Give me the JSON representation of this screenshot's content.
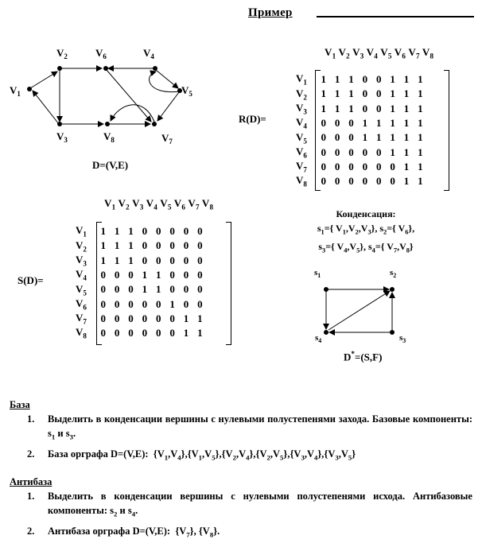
{
  "title": "Пример",
  "graph_d": {
    "vertices": [
      "V1",
      "V2",
      "V3",
      "V4",
      "V5",
      "V6",
      "V7",
      "V8"
    ],
    "caption": "D=(V,E)"
  },
  "matrix_header": "V1 V2 V3 V4 V5 V6 V7 V8",
  "r_matrix": {
    "label": "R(D)=",
    "rows": [
      {
        "label": "V1",
        "values": [
          "1",
          "1",
          "1",
          "0",
          "0",
          "1",
          "1",
          "1"
        ]
      },
      {
        "label": "V2",
        "values": [
          "1",
          "1",
          "1",
          "0",
          "0",
          "1",
          "1",
          "1"
        ]
      },
      {
        "label": "V3",
        "values": [
          "1",
          "1",
          "1",
          "0",
          "0",
          "1",
          "1",
          "1"
        ]
      },
      {
        "label": "V4",
        "values": [
          "0",
          "0",
          "0",
          "1",
          "1",
          "1",
          "1",
          "1"
        ]
      },
      {
        "label": "V5",
        "values": [
          "0",
          "0",
          "0",
          "1",
          "1",
          "1",
          "1",
          "1"
        ]
      },
      {
        "label": "V6",
        "values": [
          "0",
          "0",
          "0",
          "0",
          "0",
          "1",
          "1",
          "1"
        ]
      },
      {
        "label": "V7",
        "values": [
          "0",
          "0",
          "0",
          "0",
          "0",
          "0",
          "1",
          "1"
        ]
      },
      {
        "label": "V8",
        "values": [
          "0",
          "0",
          "0",
          "0",
          "0",
          "0",
          "1",
          "1"
        ]
      }
    ]
  },
  "s_matrix": {
    "label": "S(D)=",
    "rows": [
      {
        "label": "V1",
        "values": [
          "1",
          "1",
          "1",
          "0",
          "0",
          "0",
          "0",
          "0"
        ]
      },
      {
        "label": "V2",
        "values": [
          "1",
          "1",
          "1",
          "0",
          "0",
          "0",
          "0",
          "0"
        ]
      },
      {
        "label": "V3",
        "values": [
          "1",
          "1",
          "1",
          "0",
          "0",
          "0",
          "0",
          "0"
        ]
      },
      {
        "label": "V4",
        "values": [
          "0",
          "0",
          "0",
          "1",
          "1",
          "0",
          "0",
          "0"
        ]
      },
      {
        "label": "V5",
        "values": [
          "0",
          "0",
          "0",
          "1",
          "1",
          "0",
          "0",
          "0"
        ]
      },
      {
        "label": "V6",
        "values": [
          "0",
          "0",
          "0",
          "0",
          "0",
          "1",
          "0",
          "0"
        ]
      },
      {
        "label": "V7",
        "values": [
          "0",
          "0",
          "0",
          "0",
          "0",
          "0",
          "1",
          "1"
        ]
      },
      {
        "label": "V8",
        "values": [
          "0",
          "0",
          "0",
          "0",
          "0",
          "0",
          "1",
          "1"
        ]
      }
    ]
  },
  "condensation": {
    "heading": "Конденсация:",
    "line1": "s1={ V1,V2,V3}, s2={ V6},",
    "line2": "s3={ V4,V5}, s4={ V7,V8}",
    "nodes": [
      "s1",
      "s2",
      "s3",
      "s4"
    ],
    "caption": "D*=(S,F)"
  },
  "base": {
    "title": "База",
    "items": [
      {
        "num": "1.",
        "text": "Выделить в конденсации вершины с нулевыми полустепенями захода. Базовые компоненты: s1 и s3."
      },
      {
        "num": "2.",
        "text": "База орграфа D=(V,E): {V1,V4},{V1,V5},{V2,V4},{V2,V5},{V3,V4},{V3,V5}"
      }
    ]
  },
  "antibase": {
    "title": "Антибаза",
    "items": [
      {
        "num": "1.",
        "text": "Выделить в конденсации вершины с нулевыми полустепенями исхода. Антибазовые компоненты: s2 и s4."
      },
      {
        "num": "2.",
        "text": "Антибаза орграфа D=(V,E): {V7}, {V8}."
      }
    ]
  }
}
